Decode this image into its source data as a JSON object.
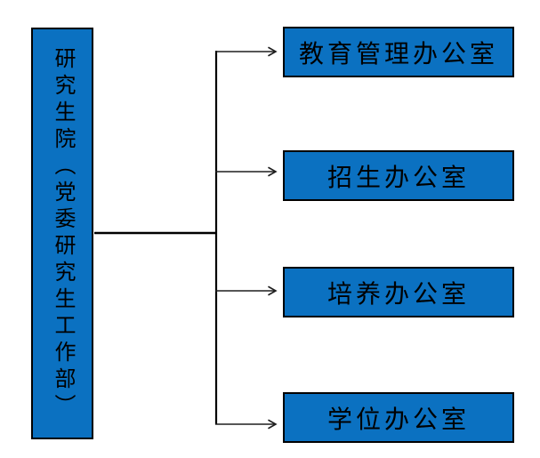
{
  "diagram": {
    "type": "org-chart",
    "background_color": "#ffffff",
    "box_fill_color": "#0b71c1",
    "box_border_color": "#000000",
    "connector_color": "#000000",
    "text_color": "#000000",
    "root": {
      "label": "研究生院（党委研究生工作部）"
    },
    "offices": [
      {
        "label": "教育管理办公室"
      },
      {
        "label": "招生办公室"
      },
      {
        "label": "培养办公室"
      },
      {
        "label": "学位办公室"
      }
    ],
    "connections": [
      {
        "from": "研究生院（党委研究生工作部）",
        "to": "教育管理办公室",
        "style": "arrow"
      },
      {
        "from": "研究生院（党委研究生工作部）",
        "to": "招生办公室",
        "style": "arrow"
      },
      {
        "from": "研究生院（党委研究生工作部）",
        "to": "培养办公室",
        "style": "arrow"
      },
      {
        "from": "研究生院（党委研究生工作部）",
        "to": "学位办公室",
        "style": "arrow"
      }
    ]
  }
}
